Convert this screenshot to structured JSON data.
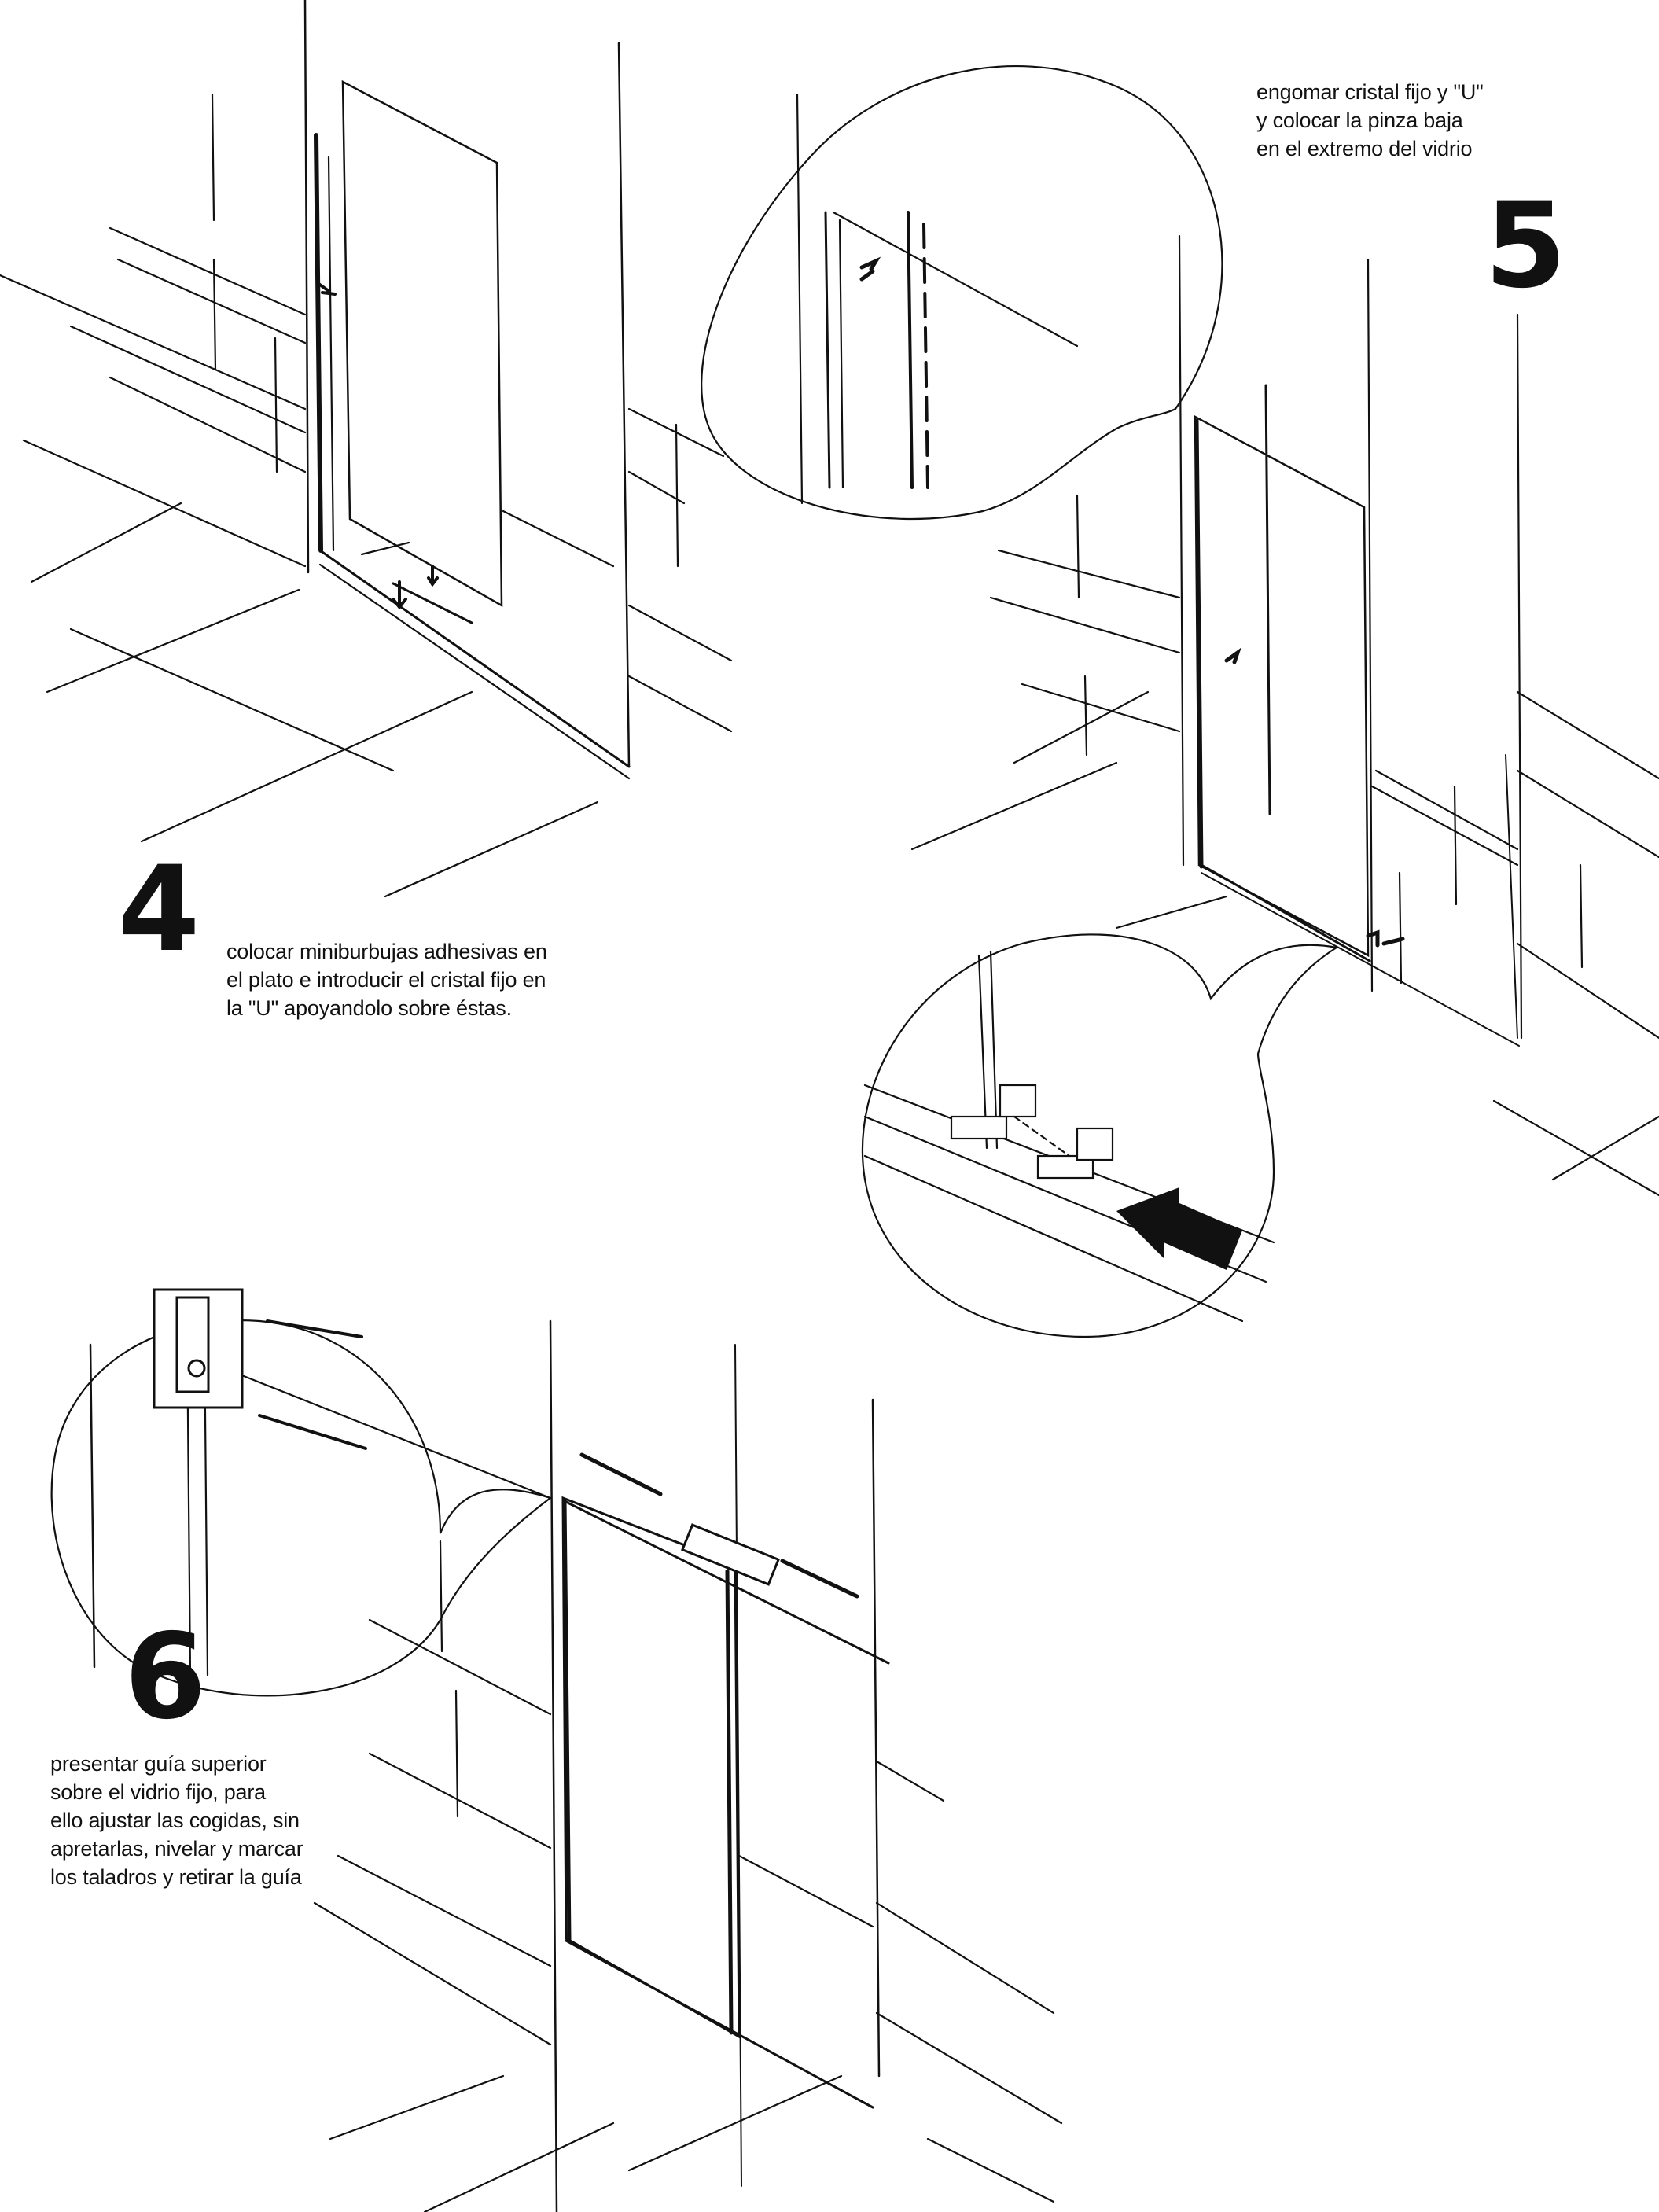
{
  "steps": [
    {
      "number": "4",
      "caption": "colocar miniburbujas adhesivas en\nel plato e introducir el cristal fijo en\nla \"U\" apoyandolo sobre éstas."
    },
    {
      "number": "5",
      "caption": "engomar cristal fijo y \"U\"\ny colocar la pinza baja\nen el extremo del vidrio"
    },
    {
      "number": "6",
      "caption": "presentar guía superior\nsobre el vidrio fijo, para\nello ajustar las cogidas, sin\napretarlas, nivelar y marcar\nlos taladros y retirar la guía"
    }
  ],
  "colors": {
    "ink": "#111111",
    "paper": "#ffffff"
  }
}
